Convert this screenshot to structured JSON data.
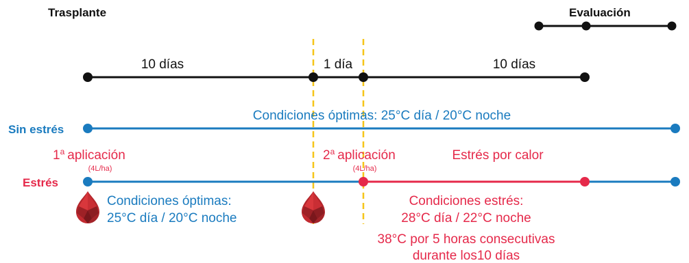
{
  "title_left": "Trasplante",
  "title_right": "Evaluación",
  "timeline": {
    "seg1": "10 días",
    "seg2": "1 día",
    "seg3": "10 días"
  },
  "rows": {
    "sin_estres": {
      "label": "Sin estrés",
      "caption": "Condiciones óptimas: 25°C día / 20°C noche"
    },
    "estres": {
      "label": "Estrés",
      "app1": {
        "sup": "a",
        "num": "1",
        "text": "aplicación",
        "dose": "(4L/ha)"
      },
      "app2": {
        "sup": "a",
        "num": "2",
        "text": "aplicación",
        "dose": "(4L/ha)"
      },
      "heat_label": "Estrés por calor",
      "optimal_line1": "Condiciones óptimas:",
      "optimal_line2": "25°C día / 20°C noche",
      "stress_line1": "Condiciones estrés:",
      "stress_line2": "28°C día / 22°C noche",
      "stress_line3": "38°C por 5 horas consecutivas",
      "stress_line4": "durante los10 días"
    }
  },
  "colors": {
    "black": "#111111",
    "blue": "#1a7bbf",
    "red": "#e5294a",
    "dash": "#f5c518",
    "drop_dark": "#8c1d22",
    "drop_mid": "#b3262c",
    "drop_light": "#d8373c"
  }
}
